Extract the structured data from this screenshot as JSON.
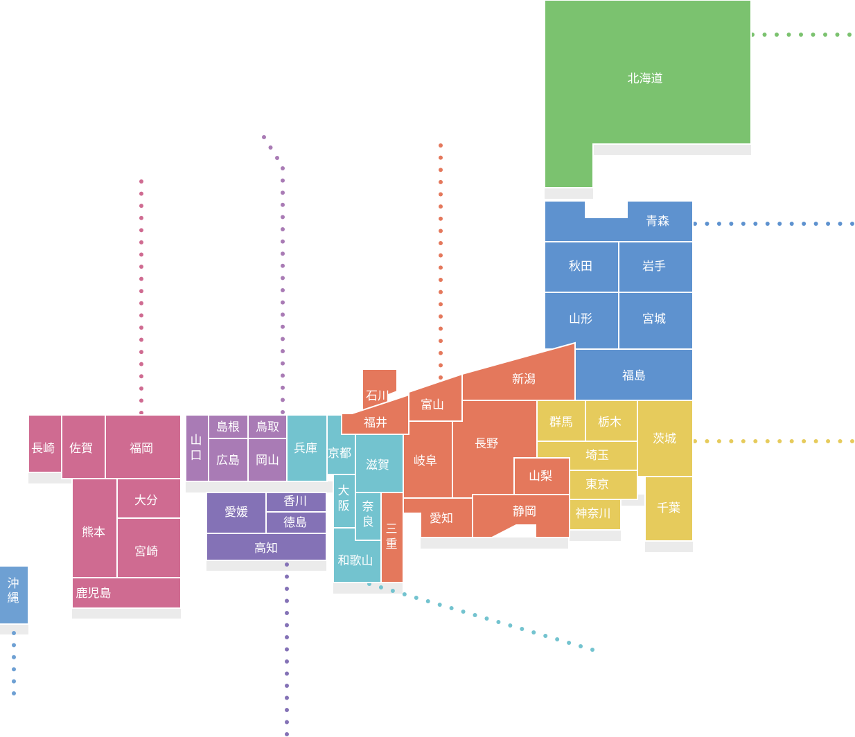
{
  "colors": {
    "hokkaido": "#7bc26f",
    "tohoku": "#5e92cf",
    "kanto": "#e6cb5c",
    "chubu": "#e4785c",
    "kinki": "#73c3cf",
    "chugoku": "#a97bb5",
    "shikoku": "#8472b6",
    "kyushu": "#cf6b91",
    "okinawa": "#6ea0d3",
    "shadow": "#ebebeb"
  },
  "regions": [
    {
      "id": "hokkaido",
      "prefectures": [
        {
          "id": "hokkaido",
          "name": "北海道"
        }
      ]
    },
    {
      "id": "tohoku",
      "prefectures": [
        {
          "id": "aomori",
          "name": "青森"
        },
        {
          "id": "akita",
          "name": "秋田"
        },
        {
          "id": "iwate",
          "name": "岩手"
        },
        {
          "id": "yamagata",
          "name": "山形"
        },
        {
          "id": "miyagi",
          "name": "宮城"
        },
        {
          "id": "fukushima",
          "name": "福島"
        }
      ]
    },
    {
      "id": "kanto",
      "prefectures": [
        {
          "id": "gunma",
          "name": "群馬"
        },
        {
          "id": "tochigi",
          "name": "栃木"
        },
        {
          "id": "ibaraki",
          "name": "茨城"
        },
        {
          "id": "saitama",
          "name": "埼玉"
        },
        {
          "id": "tokyo",
          "name": "東京"
        },
        {
          "id": "chiba",
          "name": "千葉"
        },
        {
          "id": "kanagawa",
          "name": "神奈川"
        }
      ]
    },
    {
      "id": "chubu",
      "prefectures": [
        {
          "id": "niigata",
          "name": "新潟"
        },
        {
          "id": "toyama",
          "name": "富山"
        },
        {
          "id": "ishikawa",
          "name": "石川"
        },
        {
          "id": "fukui",
          "name": "福井"
        },
        {
          "id": "nagano",
          "name": "長野"
        },
        {
          "id": "gifu",
          "name": "岐阜"
        },
        {
          "id": "yamanashi",
          "name": "山梨"
        },
        {
          "id": "aichi",
          "name": "愛知"
        },
        {
          "id": "shizuoka",
          "name": "静岡"
        }
      ]
    },
    {
      "id": "kinki",
      "prefectures": [
        {
          "id": "hyogo",
          "name": "兵庫"
        },
        {
          "id": "kyoto",
          "name": "京都"
        },
        {
          "id": "shiga",
          "name": "滋賀"
        },
        {
          "id": "osaka",
          "name": "大阪"
        },
        {
          "id": "nara",
          "name": "奈良"
        },
        {
          "id": "mie",
          "name": "三重"
        },
        {
          "id": "wakayama",
          "name": "和歌山"
        }
      ]
    },
    {
      "id": "chugoku",
      "prefectures": [
        {
          "id": "yamaguchi",
          "name": "山口"
        },
        {
          "id": "shimane",
          "name": "島根"
        },
        {
          "id": "tottori",
          "name": "鳥取"
        },
        {
          "id": "hiroshima",
          "name": "広島"
        },
        {
          "id": "okayama",
          "name": "岡山"
        }
      ]
    },
    {
      "id": "shikoku",
      "prefectures": [
        {
          "id": "ehime",
          "name": "愛媛"
        },
        {
          "id": "kagawa",
          "name": "香川"
        },
        {
          "id": "tokushima",
          "name": "徳島"
        },
        {
          "id": "kochi",
          "name": "高知"
        }
      ]
    },
    {
      "id": "kyushu",
      "prefectures": [
        {
          "id": "nagasaki",
          "name": "長崎"
        },
        {
          "id": "saga",
          "name": "佐賀"
        },
        {
          "id": "fukuoka",
          "name": "福岡"
        },
        {
          "id": "oita",
          "name": "大分"
        },
        {
          "id": "kumamoto",
          "name": "熊本"
        },
        {
          "id": "miyazaki",
          "name": "宮崎"
        },
        {
          "id": "kagoshima",
          "name": "鹿児島"
        }
      ]
    },
    {
      "id": "okinawa",
      "prefectures": [
        {
          "id": "okinawa",
          "name": "沖縄"
        }
      ]
    }
  ]
}
